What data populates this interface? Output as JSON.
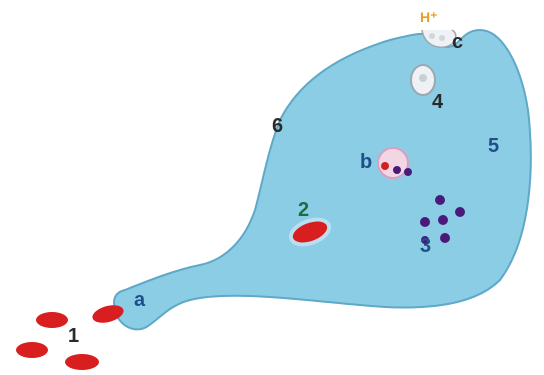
{
  "colors": {
    "cell_fill": "#8ccde6",
    "cell_edge": "#5fa9c8",
    "rbc": "#d81e1e",
    "particle": "#4a1a7a",
    "label_dark": "#2a2a2a",
    "label_blue": "#1f4f8a",
    "label_green": "#1e6a4a"
  },
  "labels": {
    "n1": "1",
    "n2": "2",
    "n3": "3",
    "n4": "4",
    "n5": "5",
    "n6": "6",
    "a": "a",
    "b": "b",
    "c": "c",
    "h_plus": "H⁺"
  }
}
